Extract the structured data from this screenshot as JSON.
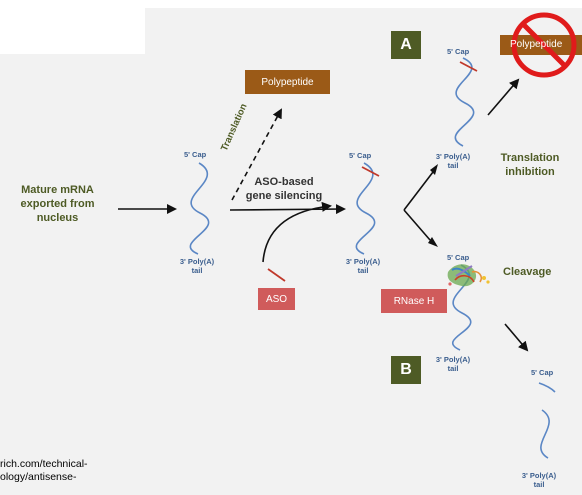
{
  "labels": {
    "mature_mrna": [
      "Mature mRNA",
      "exported from",
      "nucleus"
    ],
    "translation": "Translation",
    "aso_based": [
      "ASO-based",
      "gene silencing"
    ],
    "polypeptide": "Polypeptide",
    "polypeptide_blocked": "Polypeptide",
    "aso": "ASO",
    "rnase_h": "RNase H",
    "translation_inhibition": [
      "Translation",
      "inhibition"
    ],
    "cleavage": "Cleavage",
    "panel_a": "A",
    "panel_b": "B",
    "five_cap": "5' Cap",
    "three_poly_a": [
      "3' Poly(A)",
      "tail"
    ]
  },
  "source_url": [
    "rich.com/technical-",
    "ology/antisense-"
  ],
  "colors": {
    "green_text": "#4e5b25",
    "panel_green": "#4e5b25",
    "brown_box": "#9b5a17",
    "aso_box": "#d05b5b",
    "rnase_box": "#d05b5b",
    "mrna_strand": "#5b87c5",
    "aso_strand": "#c0392b",
    "prohibit_red": "#e01b1b"
  },
  "icons": [
    "prohibition-sign-icon",
    "rnase-h-protein-icon"
  ]
}
